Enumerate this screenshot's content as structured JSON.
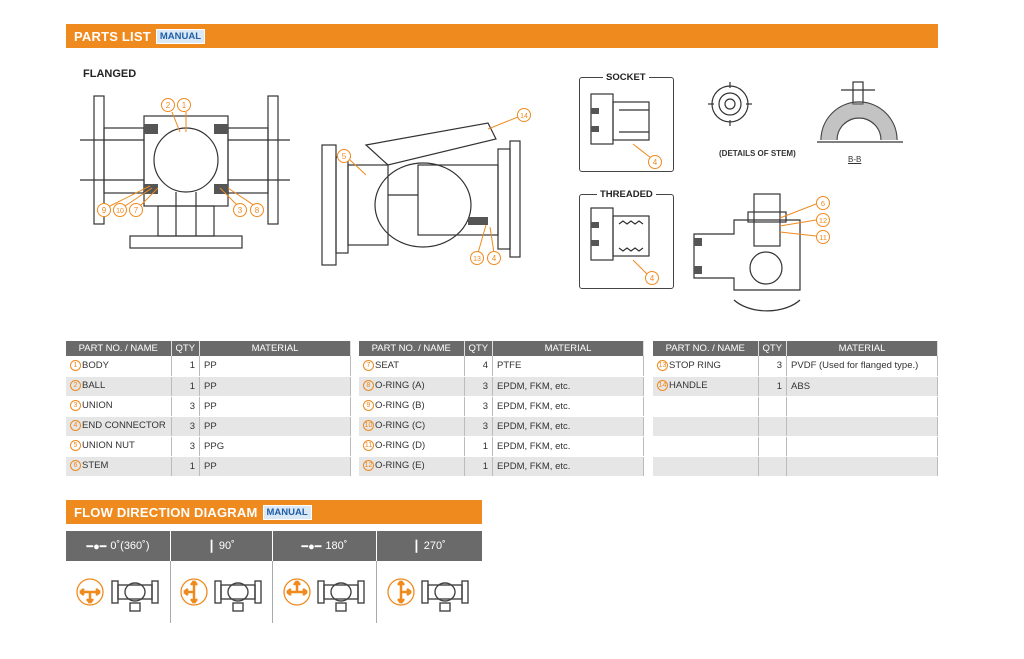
{
  "parts_list": {
    "title": "PARTS LIST",
    "badge": "MANUAL"
  },
  "drawings": {
    "flanged": "FLANGED",
    "socket": "SOCKET",
    "threaded": "THREADED",
    "stem_details": "(DETAILS OF STEM)",
    "section": "B-B",
    "callouts_flanged": [
      "2",
      "1",
      "9",
      "10",
      "7",
      "3",
      "8"
    ],
    "callouts_mid": [
      "5",
      "14",
      "13",
      "4"
    ],
    "callouts_socket": [
      "4"
    ],
    "callouts_threaded": [
      "4"
    ],
    "callouts_right": [
      "6",
      "12",
      "11"
    ]
  },
  "tables": {
    "headers": [
      "PART NO. / NAME",
      "QTY",
      "MATERIAL"
    ],
    "table1": [
      {
        "no": "1",
        "name": "BODY",
        "qty": "1",
        "material": "PP"
      },
      {
        "no": "2",
        "name": "BALL",
        "qty": "1",
        "material": "PP"
      },
      {
        "no": "3",
        "name": "UNION",
        "qty": "3",
        "material": "PP"
      },
      {
        "no": "4",
        "name": "END CONNECTOR",
        "qty": "3",
        "material": "PP"
      },
      {
        "no": "5",
        "name": "UNION NUT",
        "qty": "3",
        "material": "PPG"
      },
      {
        "no": "6",
        "name": "STEM",
        "qty": "1",
        "material": "PP"
      }
    ],
    "table2": [
      {
        "no": "7",
        "name": "SEAT",
        "qty": "4",
        "material": "PTFE"
      },
      {
        "no": "8",
        "name": "O-RING (A)",
        "qty": "3",
        "material": "EPDM, FKM, etc."
      },
      {
        "no": "9",
        "name": "O-RING (B)",
        "qty": "3",
        "material": "EPDM, FKM, etc."
      },
      {
        "no": "10",
        "name": "O-RING (C)",
        "qty": "3",
        "material": "EPDM, FKM, etc."
      },
      {
        "no": "11",
        "name": "O-RING (D)",
        "qty": "1",
        "material": "EPDM, FKM, etc."
      },
      {
        "no": "12",
        "name": "O-RING (E)",
        "qty": "1",
        "material": "EPDM, FKM, etc."
      }
    ],
    "table3": [
      {
        "no": "13",
        "name": "STOP RING",
        "qty": "3",
        "material": "PVDF (Used for flanged type.)"
      },
      {
        "no": "14",
        "name": "HANDLE",
        "qty": "1",
        "material": "ABS"
      },
      {
        "no": "",
        "name": "",
        "qty": "",
        "material": ""
      },
      {
        "no": "",
        "name": "",
        "qty": "",
        "material": ""
      },
      {
        "no": "",
        "name": "",
        "qty": "",
        "material": ""
      },
      {
        "no": "",
        "name": "",
        "qty": "",
        "material": ""
      }
    ]
  },
  "flow": {
    "title": "FLOW DIRECTION DIAGRAM",
    "badge": "MANUAL",
    "angles": [
      "0˚(360˚)",
      "90˚",
      "180˚",
      "270˚"
    ]
  },
  "colors": {
    "accent": "#ef8a1f",
    "header_gray": "#6a6a6a",
    "badge_text": "#1f5fa8"
  }
}
